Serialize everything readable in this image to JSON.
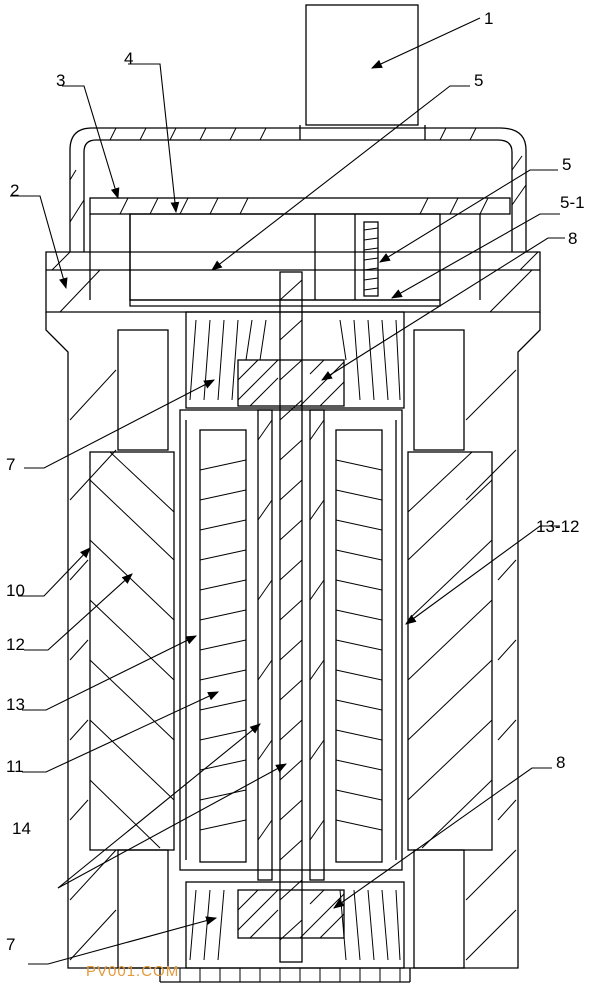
{
  "labels": {
    "l1": "1",
    "l2": "2",
    "l3": "3",
    "l4": "4",
    "l5a": "5",
    "l5b": "5",
    "l5_1": "5-1",
    "l8a": "8",
    "l7a": "7",
    "l10": "10",
    "l12": "12",
    "l13_12": "13-12",
    "l13": "13",
    "l11": "11",
    "l14": "14",
    "l8b": "8",
    "l7b": "7"
  },
  "watermark": "PV001.COM",
  "colors": {
    "line": "#000000",
    "watermark": "#e39a3a"
  }
}
